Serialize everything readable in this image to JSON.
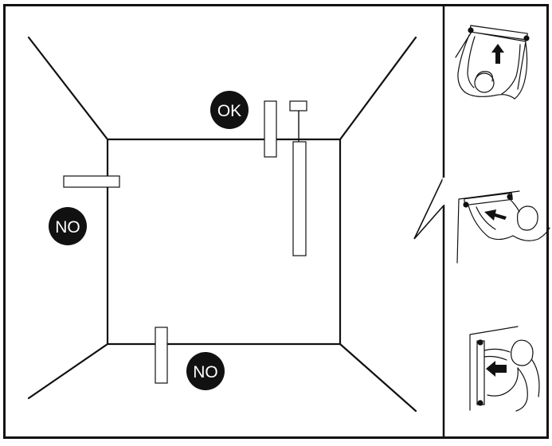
{
  "badges": {
    "ok": "OK",
    "no_left": "NO",
    "no_bottom": "NO"
  },
  "colors": {
    "ink": "#111111",
    "paper": "#ffffff",
    "badge_fill": "#111111",
    "badge_text": "#ffffff"
  },
  "icons": [
    "lift-up-arrow-icon",
    "push-in-arrow-icon",
    "slide-left-arrow-icon"
  ]
}
